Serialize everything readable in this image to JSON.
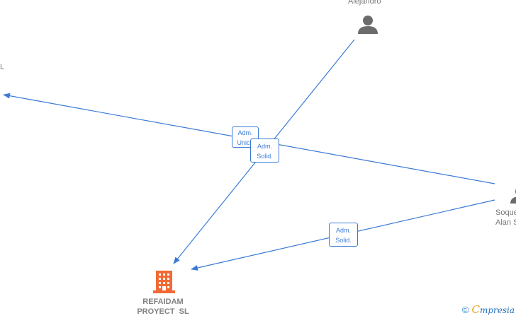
{
  "nodes": {
    "person_top": {
      "label": "Alejandro"
    },
    "person_left": {
      "label": "L"
    },
    "person_right": {
      "line1": "Soque",
      "line2": "Alan S"
    },
    "company": {
      "line1": "REFAIDAM",
      "line2": "PROYECT  SL"
    }
  },
  "edges": [
    {
      "line1": "Adm.",
      "line2": "Unico"
    },
    {
      "line1": "Adm.",
      "line2": "Solid."
    },
    {
      "line1": "Adm.",
      "line2": "Solid."
    }
  ],
  "colors": {
    "edge": "#3a7bd5",
    "person_icon": "#6b6b6b",
    "company_icon": "#f26a35"
  },
  "watermark": {
    "copyright": "©",
    "brand_initial": "C",
    "brand_rest": "mpresia"
  }
}
